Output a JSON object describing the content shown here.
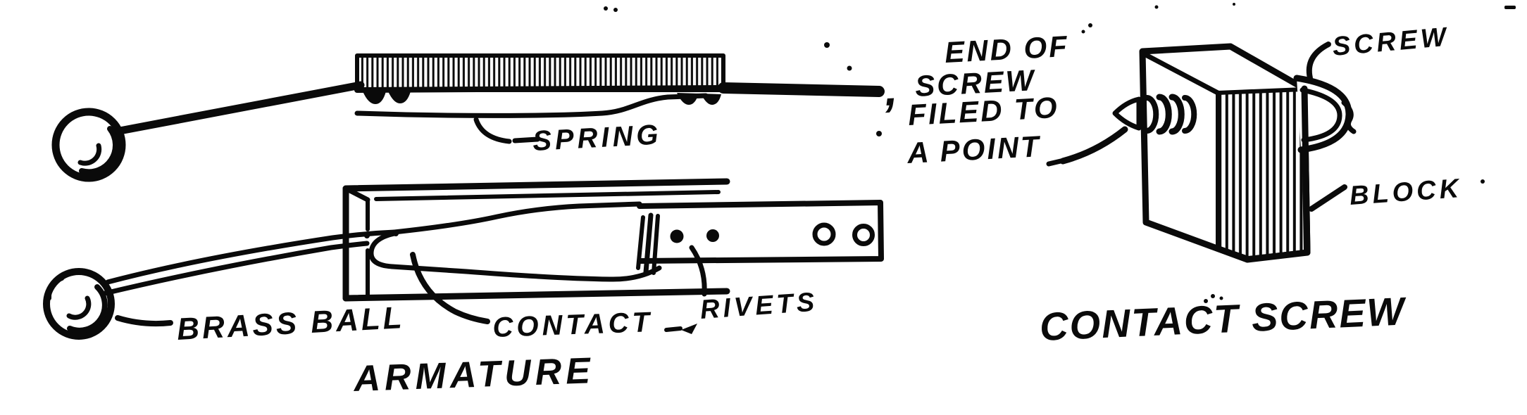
{
  "page": {
    "background_color": "#ffffff",
    "ink_color": "#0a0a0a",
    "description_visible_text_only": true
  },
  "figures": {
    "armature": {
      "title": "ARMATURE",
      "labels": {
        "spring": "SPRING",
        "brass_ball": "BRASS BALL",
        "contact": "CONTACT",
        "rivets": "RIVETS"
      }
    },
    "contact_screw": {
      "title": "CONTACT SCREW",
      "labels": {
        "screw": "SCREW",
        "block": "BLOCK"
      },
      "annotation_lines": [
        "END OF",
        "SCREW",
        "FILED TO",
        "A POINT"
      ],
      "annotation_punctuation": ","
    }
  }
}
